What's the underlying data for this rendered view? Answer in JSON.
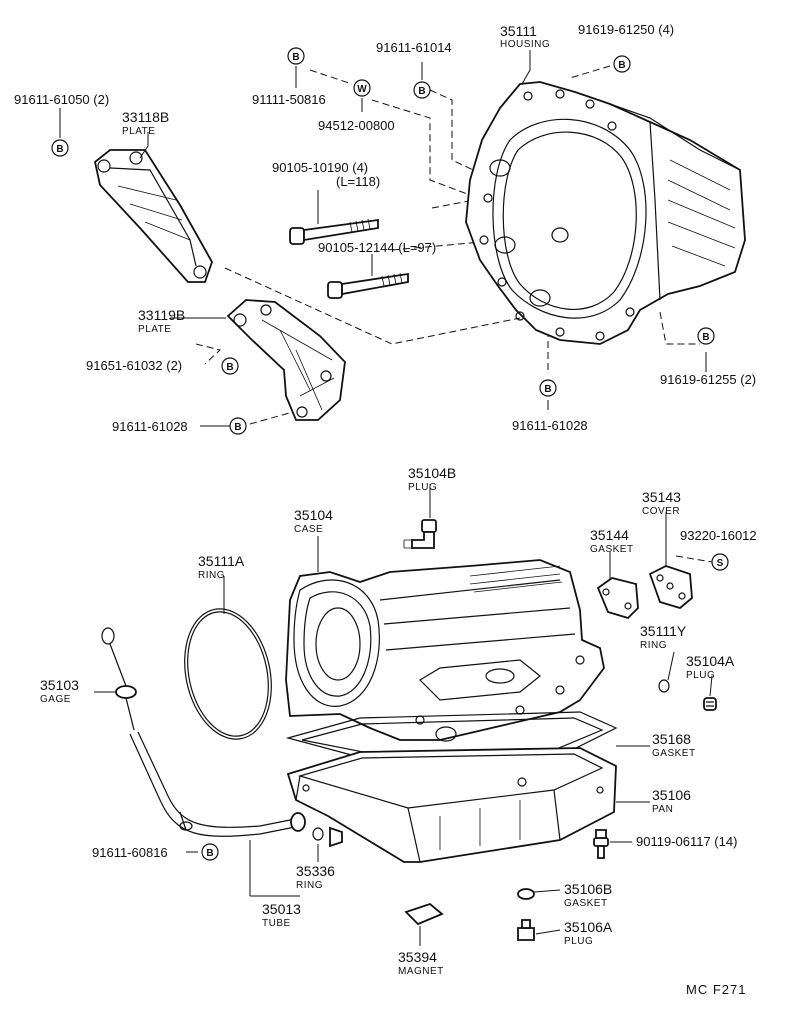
{
  "diagram": {
    "labels": {
      "p91611_61050": "91611-61050 (2)",
      "p33118b_num": "33118B",
      "p33118b_sub": "PLATE",
      "p91111_50816": "91111-50816",
      "p94512_00800": "94512-00800",
      "p91611_61014": "91611-61014",
      "p35111_num": "35111",
      "p35111_sub": "HOUSING",
      "p91619_61250": "91619-61250 (4)",
      "p90105_10190_a": "90105-10190 (4)",
      "p90105_10190_b": "(L=118)",
      "p90105_12144": "90105-12144 (L=97)",
      "p33119b_num": "33119B",
      "p33119b_sub": "PLATE",
      "p91651_61032": "91651-61032 (2)",
      "p91611_61028_left": "91611-61028",
      "p91611_61028_right": "91611-61028",
      "p91619_61255": "91619-61255 (2)",
      "p35104b_num": "35104B",
      "p35104b_sub": "PLUG",
      "p35104_num": "35104",
      "p35104_sub": "CASE",
      "p35143_num": "35143",
      "p35143_sub": "COVER",
      "p35144_num": "35144",
      "p35144_sub": "GASKET",
      "p93220_16012": "93220-16012",
      "p35111a_num": "35111A",
      "p35111a_sub": "RING",
      "p35111y_num": "35111Y",
      "p35111y_sub": "RING",
      "p35104a_num": "35104A",
      "p35104a_sub": "PLUG",
      "p35103_num": "35103",
      "p35103_sub": "GAGE",
      "p35168_num": "35168",
      "p35168_sub": "GASKET",
      "p35106_num": "35106",
      "p35106_sub": "PAN",
      "p90119_06117": "90119-06117 (14)",
      "p91611_60816": "91611-60816",
      "p35336_num": "35336",
      "p35336_sub": "RING",
      "p35013_num": "35013",
      "p35013_sub": "TUBE",
      "p35106b_num": "35106B",
      "p35106b_sub": "GASKET",
      "p35106a_num": "35106A",
      "p35106a_sub": "PLUG",
      "p35394_num": "35394",
      "p35394_sub": "MAGNET",
      "ref": "MC  F271"
    },
    "callouts": {
      "b": "B",
      "w": "W",
      "s": "S"
    }
  }
}
